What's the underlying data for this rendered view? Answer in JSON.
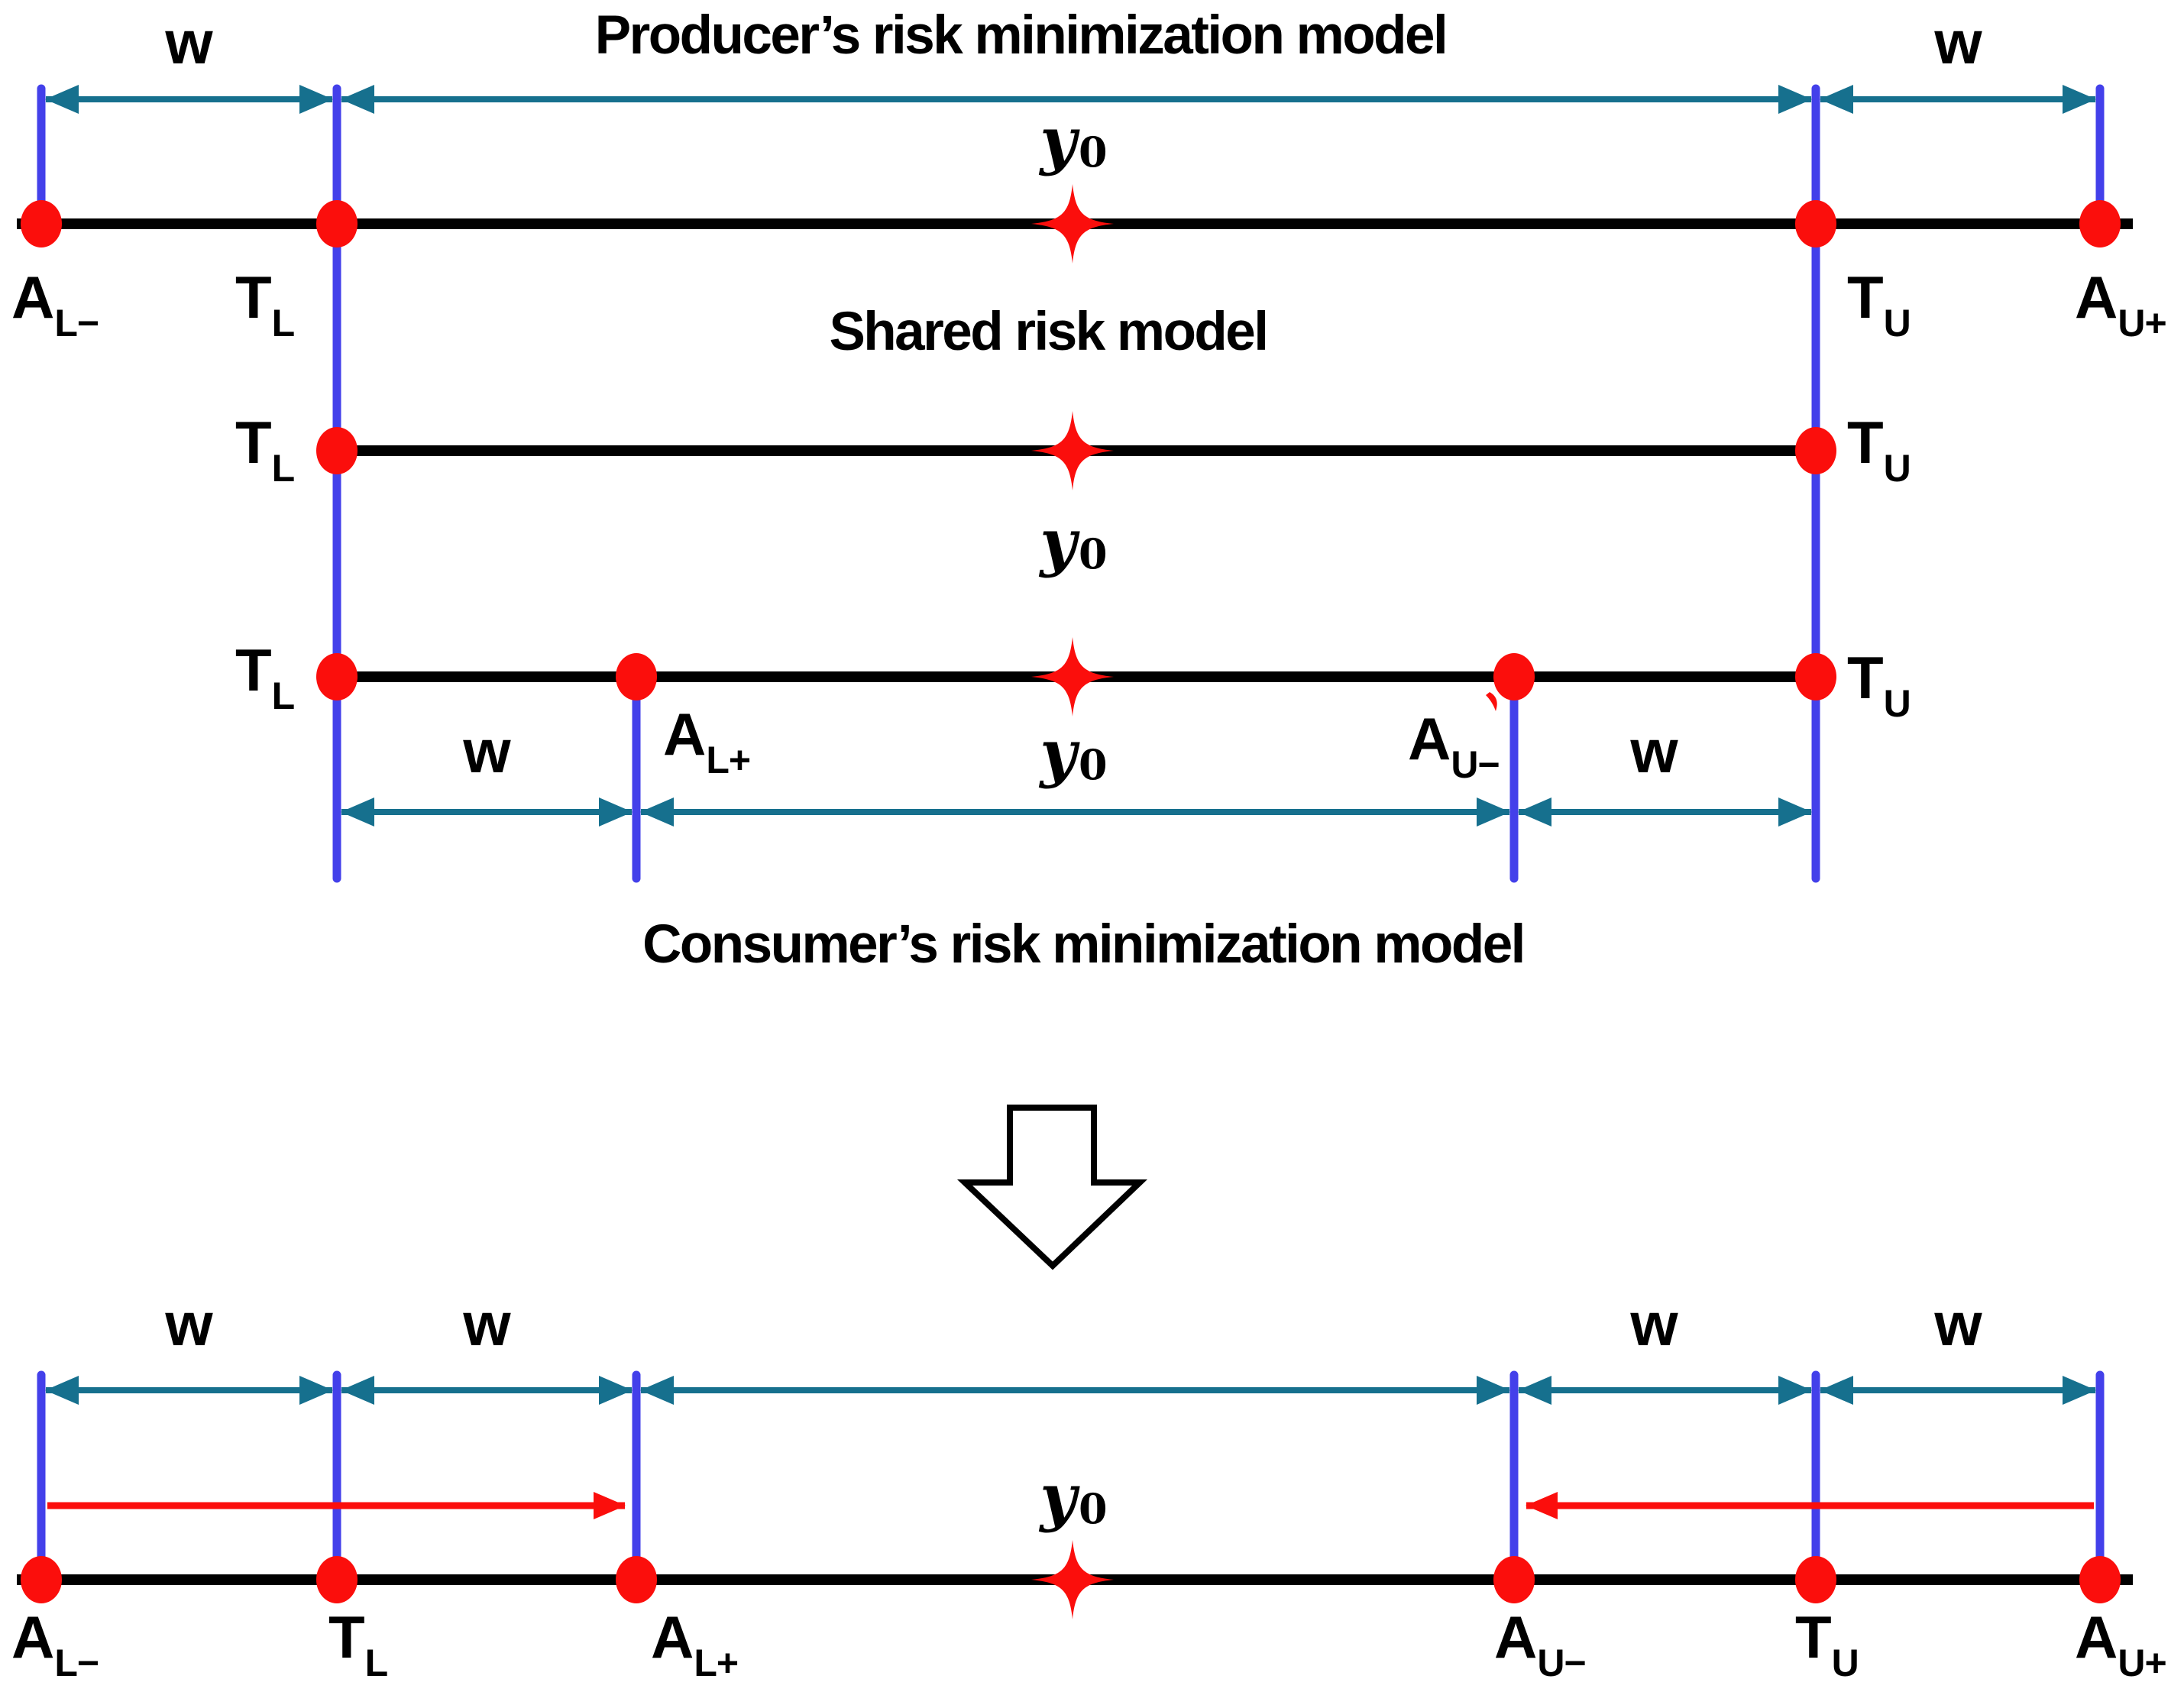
{
  "figure": {
    "producer_title": "Producer’s risk minimization model",
    "shared_title": "Shared risk model",
    "consumer_title": "Consumer’s risk minimization model",
    "width_symbol": "w",
    "target_symbol": {
      "main": "y",
      "sub": "0"
    },
    "points": {
      "AL_minus": {
        "main": "A",
        "sub": "L−"
      },
      "TL": {
        "main": "T",
        "sub": "L"
      },
      "AL_plus": {
        "main": "A",
        "sub": "L+"
      },
      "AU_minus": {
        "main": "A",
        "sub": "U−"
      },
      "TU": {
        "main": "T",
        "sub": "U"
      },
      "AU_plus": {
        "main": "A",
        "sub": "U+"
      }
    },
    "colors": {
      "teal": "#16708E",
      "blue": "#4340EA",
      "red": "#FB0E0C",
      "ink": "#000000",
      "background": "#FFFFFF"
    }
  }
}
